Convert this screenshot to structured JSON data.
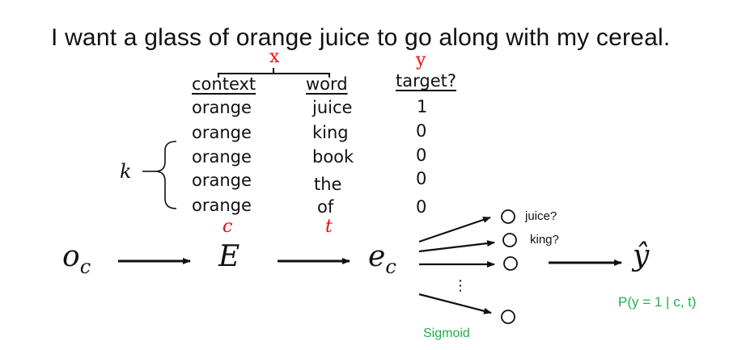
{
  "sentence": "I want a glass of orange juice to go along with my cereal.",
  "labels": {
    "x": "x",
    "y": "y",
    "k": "k",
    "c": "c",
    "t": "t"
  },
  "table": {
    "headers": [
      "context",
      "word",
      "target?"
    ],
    "rows": [
      [
        "orange",
        "juice",
        "1"
      ],
      [
        "orange",
        "king",
        "0"
      ],
      [
        "orange",
        "book",
        "0"
      ],
      [
        "orange",
        "the",
        "0"
      ],
      [
        "orange",
        "of",
        "0"
      ]
    ]
  },
  "pipeline": {
    "oc": "o",
    "oc_sub": "c",
    "E": "E",
    "ec": "e",
    "ec_sub": "c",
    "yhat": "ŷ"
  },
  "nodes": [
    {
      "label": "juice?"
    },
    {
      "label": "king?"
    },
    {
      "label": ""
    },
    {
      "label": ""
    }
  ],
  "ellipsis": "⋮",
  "sigmoid_label": "Sigmoid",
  "prob_label": "P(y = 1 | c, t)",
  "colors": {
    "red": "#ff0000",
    "green": "#1fb24a",
    "text": "#111111"
  }
}
